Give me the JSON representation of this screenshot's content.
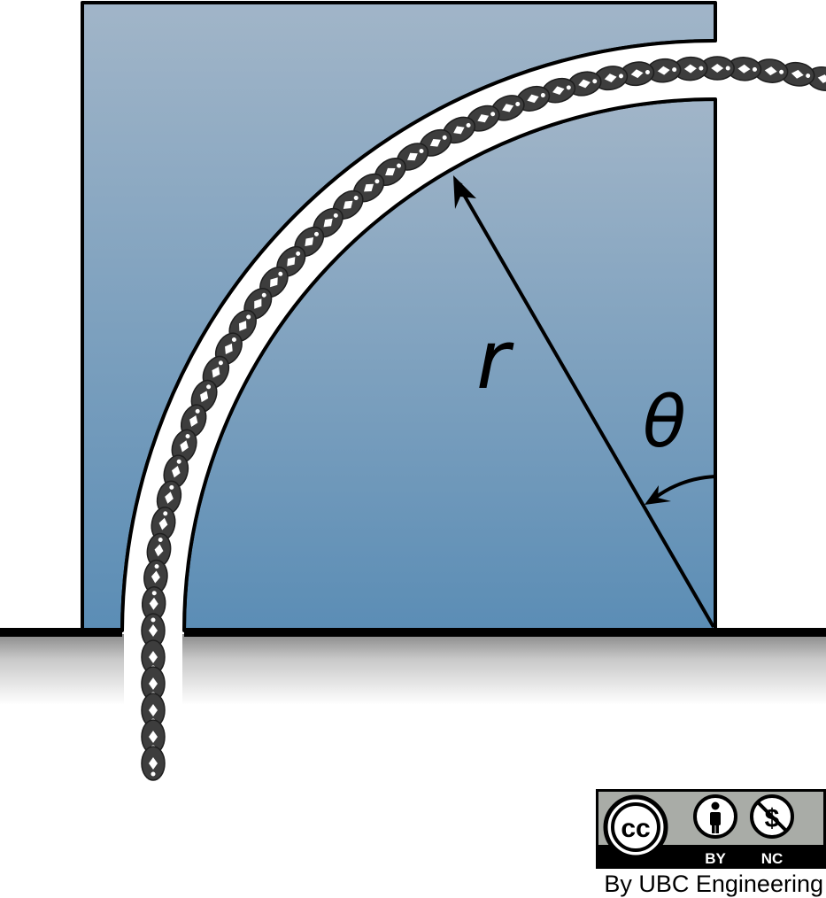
{
  "labels": {
    "radius": "r",
    "angle": "θ"
  },
  "license": {
    "cc": "cc",
    "by": "BY",
    "nc": "NC",
    "credit": "By UBC Engineering"
  },
  "colors": {
    "block_top": "#9fb4c8",
    "block_bottom": "#5a8db5",
    "outline": "#000000",
    "chain": "#3d3d3d",
    "chain_hole": "#ffffff",
    "badge_bg": "#a9aca7",
    "badge_band": "#000000"
  }
}
